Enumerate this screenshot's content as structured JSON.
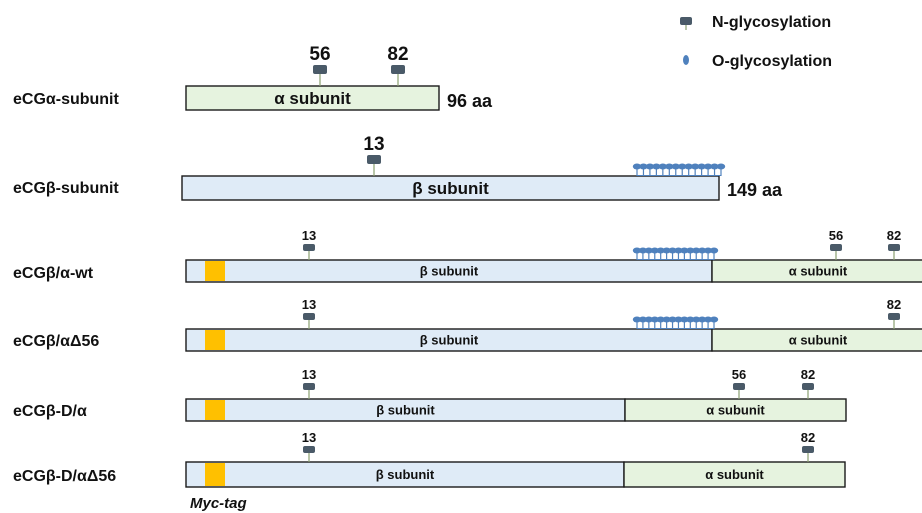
{
  "legend": {
    "n_glycosylation": "N-glycosylation",
    "o_glycosylation": "O-glycosylation"
  },
  "colors": {
    "alpha_fill": "#e6f3df",
    "beta_fill": "#dfebf7",
    "box_stroke": "#1a1a1a",
    "n_glyco_head": "#4a5a68",
    "n_glyco_stem": "#8aa070",
    "o_glyco": "#4f81bd",
    "myc_tag": "#ffc000"
  },
  "myc_tag_label": "Myc-tag",
  "constructs": [
    {
      "name": "eCGα-subunit",
      "segments": [
        {
          "type": "alpha",
          "label": "α subunit"
        }
      ],
      "length_label": "96 aa",
      "n_sites": [
        "56",
        "82"
      ],
      "o_cluster": false,
      "myc": false
    },
    {
      "name": "eCGβ-subunit",
      "segments": [
        {
          "type": "beta",
          "label": "β subunit"
        }
      ],
      "length_label": "149 aa",
      "n_sites": [
        "13"
      ],
      "o_cluster": true,
      "myc": false
    },
    {
      "name": "eCGβ/α-wt",
      "segments": [
        {
          "type": "beta",
          "label": "β subunit"
        },
        {
          "type": "alpha",
          "label": "α subunit"
        }
      ],
      "length_label": "",
      "n_sites": [
        "13",
        "56",
        "82"
      ],
      "o_cluster": true,
      "myc": true
    },
    {
      "name": "eCGβ/αΔ56",
      "segments": [
        {
          "type": "beta",
          "label": "β subunit"
        },
        {
          "type": "alpha",
          "label": "α subunit"
        }
      ],
      "length_label": "",
      "n_sites": [
        "13",
        "82"
      ],
      "o_cluster": true,
      "myc": true
    },
    {
      "name": "eCGβ-D/α",
      "segments": [
        {
          "type": "beta",
          "label": "β subunit"
        },
        {
          "type": "alpha",
          "label": "α subunit"
        }
      ],
      "length_label": "",
      "n_sites": [
        "13",
        "56",
        "82"
      ],
      "o_cluster": false,
      "myc": true
    },
    {
      "name": "eCGβ-D/αΔ56",
      "segments": [
        {
          "type": "beta",
          "label": "β subunit"
        },
        {
          "type": "alpha",
          "label": "α subunit"
        }
      ],
      "length_label": "",
      "n_sites": [
        "13",
        "82"
      ],
      "o_cluster": false,
      "myc": true
    }
  ]
}
